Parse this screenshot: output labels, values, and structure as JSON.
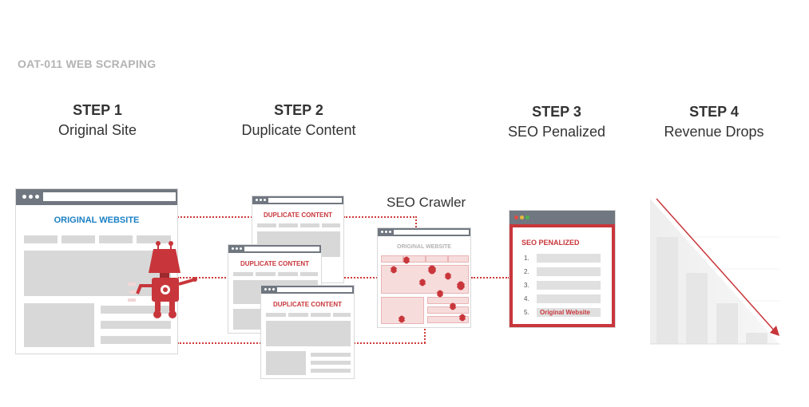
{
  "title": "OAT-011 WEB SCRAPING",
  "steps": [
    {
      "num": "STEP 1",
      "label": "Original Site"
    },
    {
      "num": "STEP 2",
      "label": "Duplicate Content"
    },
    {
      "num": "STEP 3",
      "label": "SEO Penalized"
    },
    {
      "num": "STEP 4",
      "label": "Revenue Drops"
    }
  ],
  "original_site": {
    "header": "ORIGINAL WEBSITE"
  },
  "duplicate": {
    "header": "DUPLICATE CONTENT"
  },
  "crawler": {
    "label": "SEO Crawler",
    "header": "ORIGINAL WEBSITE"
  },
  "penalized": {
    "header": "SEO PENALIZED",
    "ranks": [
      "1.",
      "2.",
      "3.",
      "4.",
      "5."
    ],
    "rank5_label": "Original Website"
  },
  "colors": {
    "accent_red": "#c8363b",
    "blue": "#1a7fc4",
    "chrome_gray": "#707780"
  }
}
